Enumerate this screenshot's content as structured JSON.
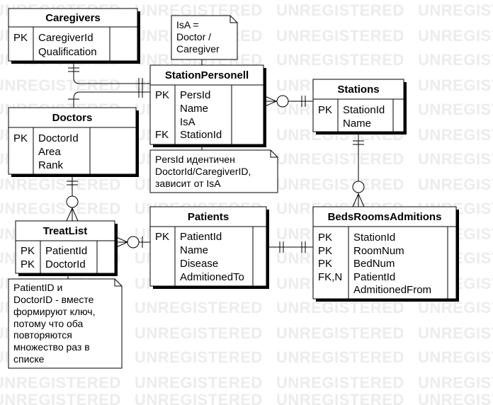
{
  "watermark": "UNREGISTERED",
  "entities": {
    "caregivers": {
      "title": "Caregivers",
      "keys": [
        "PK",
        ""
      ],
      "fields": [
        "CaregiverId",
        "Qualification"
      ]
    },
    "doctors": {
      "title": "Doctors",
      "keys": [
        "PK",
        "",
        ""
      ],
      "fields": [
        "DoctorId",
        "Area",
        "Rank"
      ]
    },
    "treatlist": {
      "title": "TreatList",
      "keys": [
        "PK",
        "PK"
      ],
      "fields": [
        "PatientId",
        "DoctorId"
      ]
    },
    "stationpersonell": {
      "title": "StationPersonell",
      "keys": [
        "PK",
        "",
        "",
        "FK"
      ],
      "fields": [
        "PersId",
        "Name",
        "IsA",
        "StationId"
      ]
    },
    "patients": {
      "title": "Patients",
      "keys": [
        "PK",
        "",
        "",
        ""
      ],
      "fields": [
        "PatientId",
        "Name",
        "Disease",
        "AdmitionedTo"
      ]
    },
    "stations": {
      "title": "Stations",
      "keys": [
        "PK",
        ""
      ],
      "fields": [
        "StationId",
        "Name"
      ]
    },
    "beds": {
      "title": "BedsRoomsAdmitions",
      "keys": [
        "PK",
        "PK",
        "PK",
        "FK,N",
        ""
      ],
      "fields": [
        "StationId",
        "RoomNum",
        "BedNum",
        "PatientId",
        "AdmitionedFrom"
      ]
    }
  },
  "notes": {
    "isa": [
      "IsA =",
      "Doctor /",
      "Caregiver"
    ],
    "persid": [
      "PersId идентичен",
      "DoctorId/CaregiverID,",
      "зависит от IsA"
    ],
    "treatkey": [
      "PatientID и",
      "DoctorID - вместе",
      "формируют ключ,",
      "потому что оба",
      "повторяются",
      "множество раз в",
      "списке"
    ]
  }
}
